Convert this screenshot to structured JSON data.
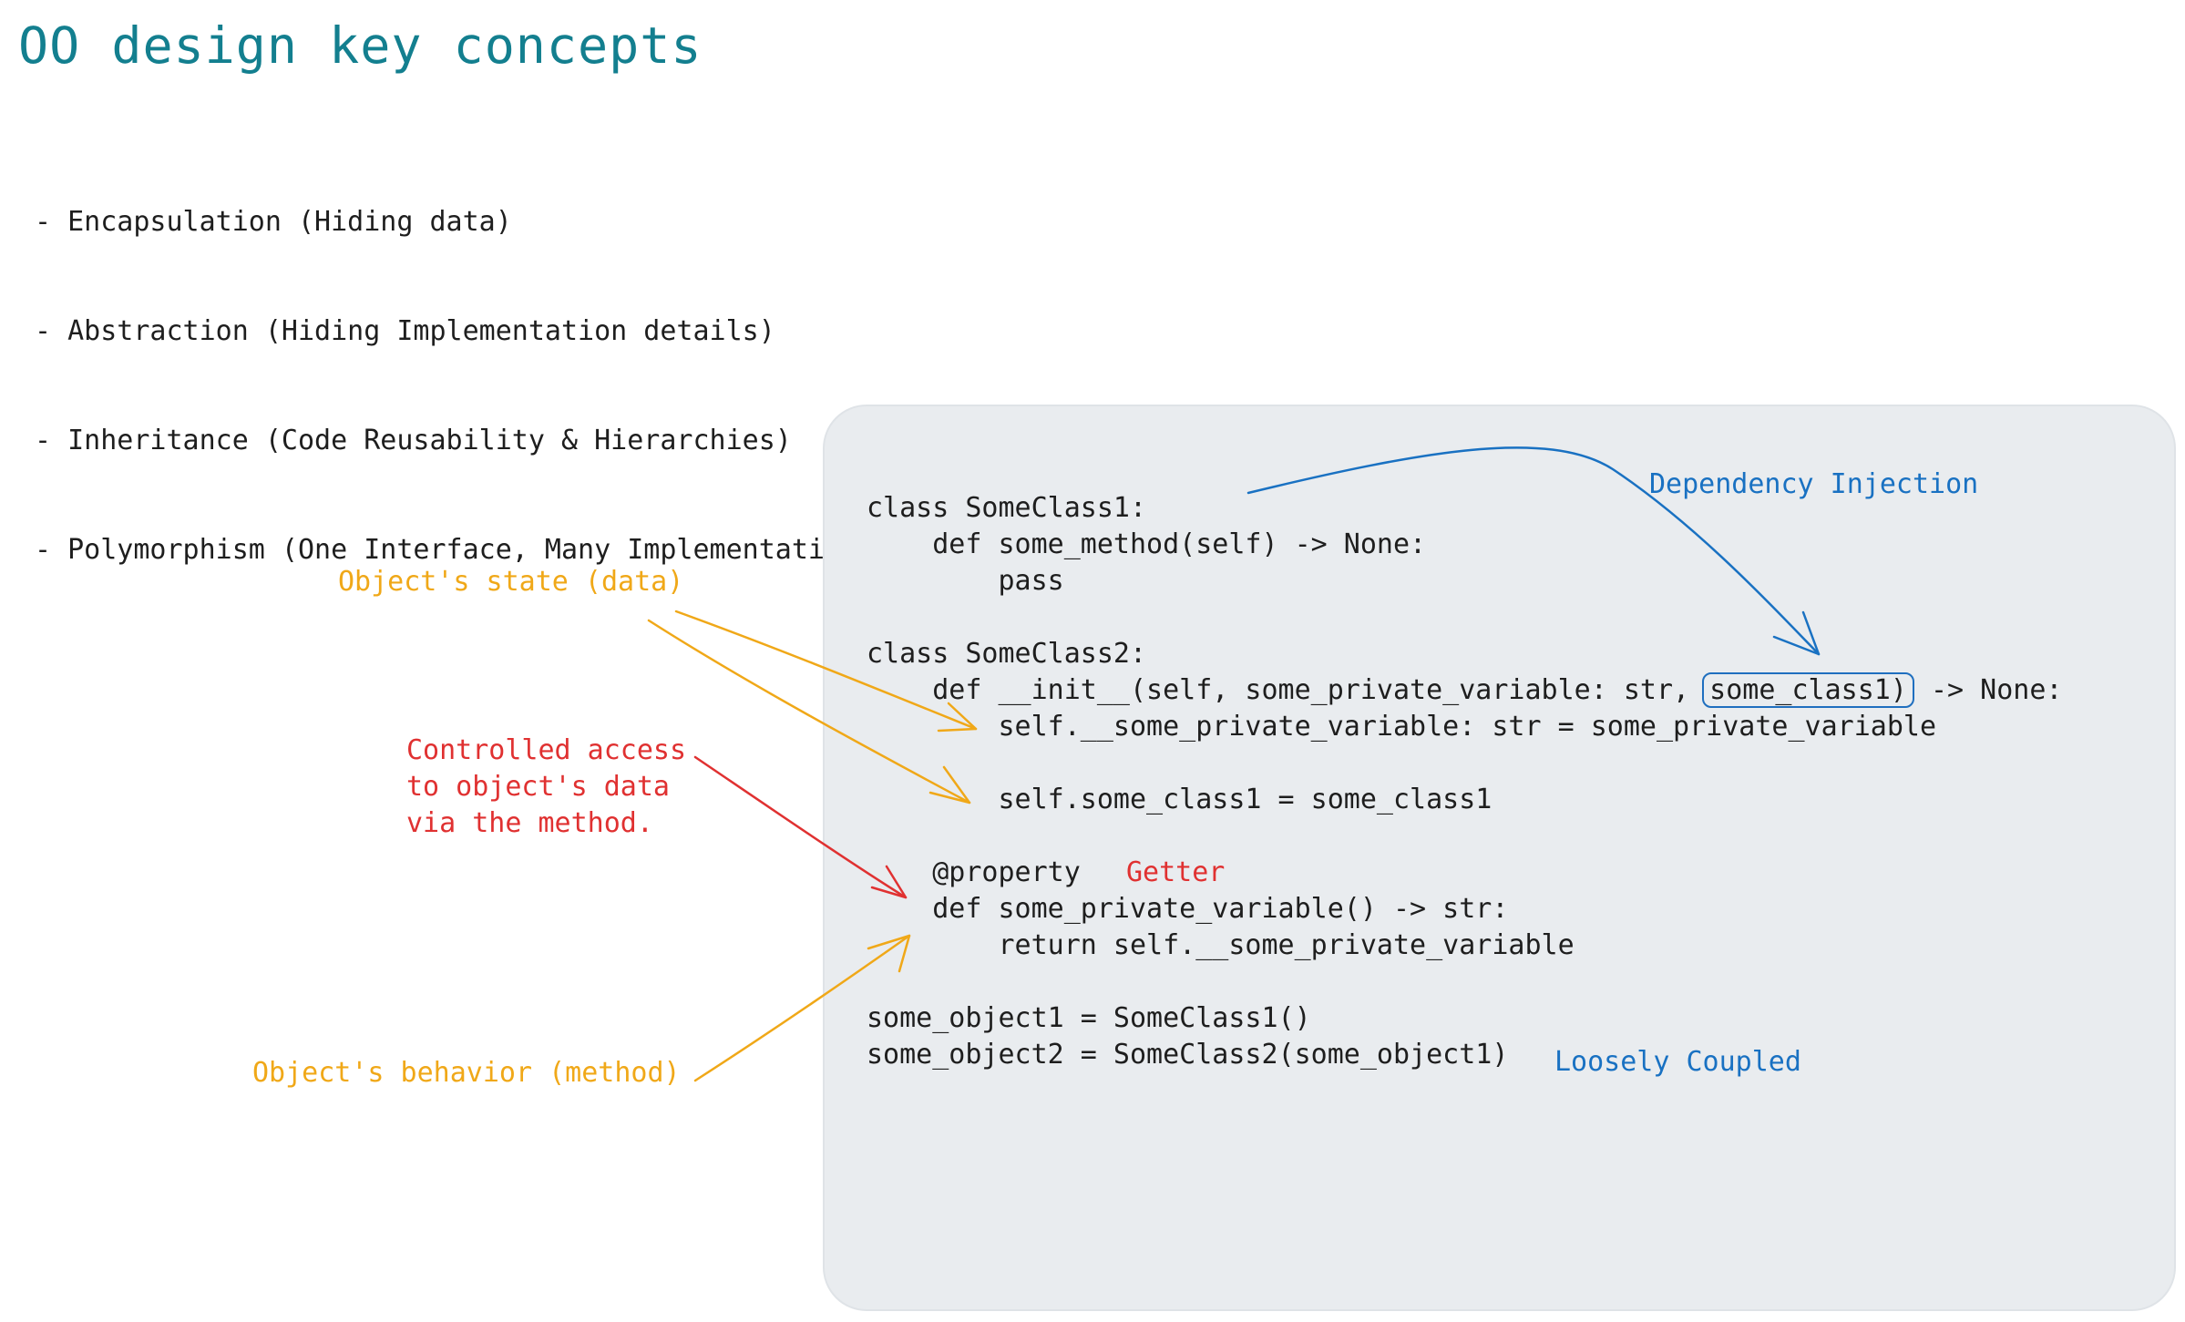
{
  "title": "OO design key concepts",
  "concepts": [
    "- Encapsulation (Hiding data)",
    "- Abstraction (Hiding Implementation details)",
    "- Inheritance (Code Reusability & Hierarchies)",
    "- Polymorphism (One Interface, Many Implementations)"
  ],
  "code": {
    "line1": "class SomeClass1:",
    "line2": "    def some_method(self) -> None:",
    "line3": "        pass",
    "line4": "",
    "line5": "class SomeClass2:",
    "line6_before": "    def __init__(self, some_private_variable: str,",
    "line6_boxed": "some_class1)",
    "line6_after": " -> None:",
    "line7": "        self.__some_private_variable: str = some_private_variable",
    "line8": "",
    "line9": "        self.some_class1 = some_class1",
    "line10": "",
    "line11": "    @property",
    "line12": "    def some_private_variable() -> str:",
    "line13": "        return self.__some_private_variable",
    "line14": "",
    "line15": "some_object1 = SomeClass1()",
    "line16": "some_object2 = SomeClass2(some_object1)"
  },
  "annotations": {
    "state": "Object's state (data)",
    "controlled_access": "Controlled access\nto object's data\nvia the method.",
    "behavior": "Object's behavior (method)",
    "getter": "Getter",
    "dependency_injection": "Dependency Injection",
    "loosely_coupled": "Loosely Coupled"
  },
  "colors": {
    "title": "#137f8f",
    "orange": "#f0a818",
    "red": "#e03131",
    "blue": "#1971c2",
    "panel": "#e9ecef"
  }
}
